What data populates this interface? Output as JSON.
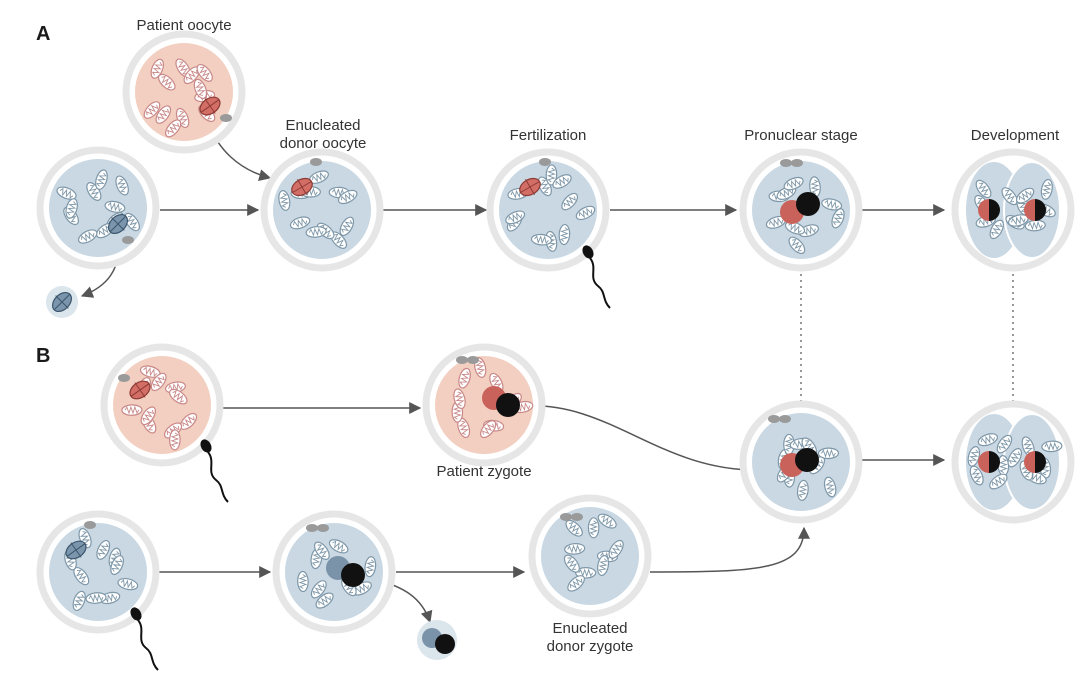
{
  "panels": {
    "a": "A",
    "b": "B"
  },
  "labels": {
    "patient_oocyte": "Patient oocyte",
    "enucleated_donor_oocyte_1": "Enucleated",
    "enucleated_donor_oocyte_2": "donor oocyte",
    "fertilization": "Fertilization",
    "pronuclear_stage": "Pronuclear stage",
    "development": "Development",
    "patient_zygote": "Patient zygote",
    "enucleated_donor_zygote_1": "Enucleated",
    "enucleated_donor_zygote_2": "donor zygote"
  },
  "colors": {
    "zona": "#e6e6e6",
    "zona_edge": "#cfcfcf",
    "donor_cytoplasm": "#c9d8e3",
    "patient_cytoplasm": "#f2cfc0",
    "donor_mito": "#7e97a8",
    "patient_mito": "#c98888",
    "patient_spindle": "#d36e66",
    "donor_spindle": "#7b95ad",
    "pronucleus_female": "#c9625b",
    "pronucleus_male": "#111111",
    "donor_pronucleus": "#7a93a8",
    "polar_body": "#9a9a9a",
    "arrow": "#555555"
  }
}
